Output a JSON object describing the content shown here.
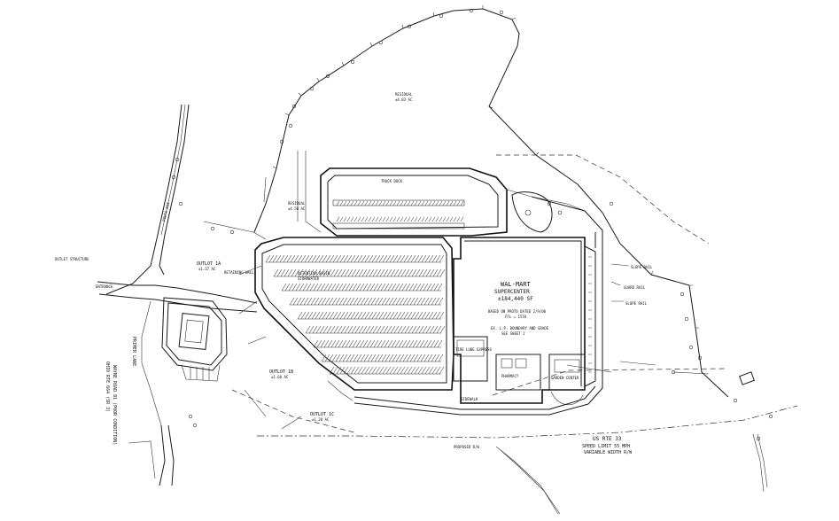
{
  "labels": {
    "walmart_title": "WAL-MART",
    "walmart_store_type": "SUPERCENTER",
    "walmart_area": "±184,440 SF",
    "walmart_note1": "BASED ON PROTO DATED 2/9/00",
    "walmart_note2": "FFL = 1570",
    "walmart_note3": "EX. L.P. BOUNDARY AND GRADE",
    "walmart_note4": "SEE SHEET 2",
    "outlot_1a_name": "OUTLOT 1A",
    "outlot_1a_area": "±1.37 AC",
    "outlot_1b_name": "OUTLOT 1B",
    "outlot_1b_area": "±1.60 AC",
    "outlot_1c_name": "OUTLOT 1C",
    "outlot_1c_area": "±1.20 AC",
    "residual_name": "RESIDUAL",
    "residual_area": "±4.83 AC",
    "residual2_name": "RESIDUAL",
    "residual2_area": "±4.50 AC",
    "us_rte_33": "US RTE 33",
    "speed_limit": "SPEED LIMIT 55 MPH",
    "variable_width": "VARIABLE WIDTH R/W",
    "primer_lane": "PRIMER LANE",
    "rte_left_1": "OHIO RTE 664 (SR 3)",
    "rte_left_2": "WAYNE ROAD 81 (POOR CONDITION)",
    "glade_rd": "ROUTE 664",
    "truck_dock": "TRUCK DOCK",
    "garden_center": "GARDEN CENTER",
    "tire_lube": "TIRE LUBE EXPRESS",
    "pharmacy": "PHARMACY",
    "detention": "DETENTION BASIN",
    "stormwater": "STORMWATER",
    "slope_rail_1": "SLOPE RAIL",
    "slope_rail_2": "SLOPE RAIL",
    "guard_rail": "GUARD RAIL",
    "retaining_wall": "RETAINING WALL",
    "sidewalk": "SIDEWALK",
    "new_entrance": "ENTRANCE",
    "outlet": "OUTLET STRUCTURE",
    "prop_rw": "PROPOSED R/W"
  },
  "colors": {
    "ink": "#1a1a1a",
    "paper": "#ffffff"
  }
}
